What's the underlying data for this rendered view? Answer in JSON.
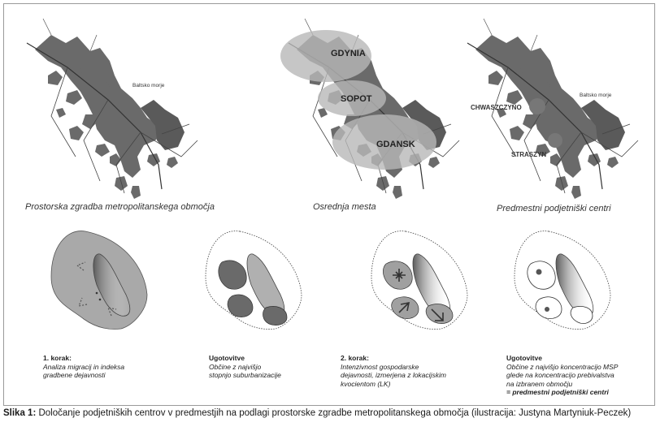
{
  "maps": [
    {
      "caption": "Prostorska zgradba metropolitanskega območja",
      "sea_label": "Baltsko morje"
    },
    {
      "caption": "Osrednja mesta",
      "cities": [
        "GDYNIA",
        "SOPOT",
        "GDANSK"
      ]
    },
    {
      "caption": "Predmestni podjetniški centri",
      "sea_label": "Baltsko morje",
      "centers": [
        "CHWASZCZYNO",
        "STRASZYN"
      ]
    }
  ],
  "steps": [
    {
      "title": "1. korak:",
      "lines": [
        "Analiza migracij in indeksa",
        "gradbene dejavnosti"
      ]
    },
    {
      "title": "Ugotovitve",
      "lines": [
        "Občine z najvišjo",
        "stopnjo suburbanizacije"
      ]
    },
    {
      "title": "2. korak:",
      "lines": [
        "Intenzivnost gospodarske",
        "dejavnosti, izmerjena z lokacijskim",
        "kvocientom (LK)"
      ]
    },
    {
      "title": "Ugotovitve",
      "lines": [
        "Občine z najvišjo koncentracijo MSP",
        "glede na koncentracijo prebivalstva",
        "na izbranem območju"
      ],
      "result": "= predmestni podjetniški centri"
    }
  ],
  "caption": {
    "label": "Slika 1:",
    "text": " Določanje podjetniških centrov v predmestjih na podlagi prostorske zgradbe metropolitanskega območja (ilustracija: Justyna Martyniuk-Peczek)"
  },
  "colors": {
    "land": "#8a8a8a",
    "urban": "#5e5e5e",
    "ellipse": "#b8b8b8",
    "zone": "#c4c4c4",
    "road": "#f2f2f2"
  }
}
